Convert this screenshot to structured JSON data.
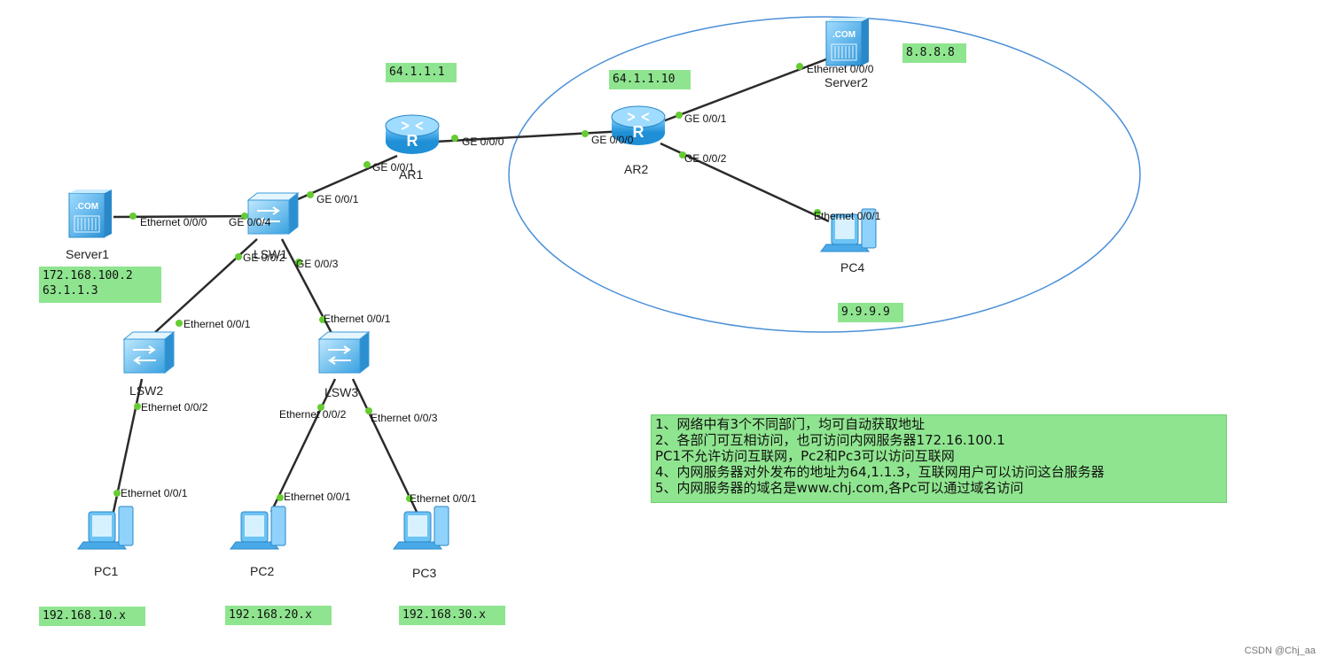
{
  "colors": {
    "note_bg": "#8fe58f",
    "link": "#2b2b2b",
    "port_dot": "#66cc33",
    "ellipse": "#4a90d9",
    "device": "#3da9e8"
  },
  "devices": {
    "ar1": "AR1",
    "ar2": "AR2",
    "lsw1": "LSW1",
    "lsw2": "LSW2",
    "lsw3": "LSW3",
    "server1": "Server1",
    "server2": "Server2",
    "pc1": "PC1",
    "pc2": "PC2",
    "pc3": "PC3",
    "pc4": "PC4"
  },
  "ports": {
    "ar1_lsw1": "GE 0/0/1",
    "lsw1_ar1": "GE 0/0/1",
    "ar1_ar2": "GE 0/0/0",
    "ar2_ar1": "GE 0/0/0",
    "ar2_server2": "GE 0/0/1",
    "server2_port": "Ethernet 0/0/0",
    "ar2_pc4": "GE 0/0/2",
    "pc4_port": "Ethernet 0/0/1",
    "server1_port": "Ethernet 0/0/0",
    "lsw1_server1": "GE 0/0/4",
    "lsw1_lsw2": "GE 0/0/2",
    "lsw1_lsw3": "GE 0/0/3",
    "lsw2_up": "Ethernet 0/0/1",
    "lsw3_up": "Ethernet 0/0/1",
    "lsw2_pc1": "Ethernet 0/0/2",
    "pc1_port": "Ethernet 0/0/1",
    "lsw3_pc2": "Ethernet 0/0/2",
    "lsw3_pc3": "Ethernet 0/0/3",
    "pc2_port": "Ethernet 0/0/1",
    "pc3_port": "Ethernet 0/0/1"
  },
  "notes": {
    "ar1_ip": "64.1.1.1",
    "ar2_ip": "64.1.1.10",
    "server2_ip": "8.8.8.8",
    "pc4_ip": "9.9.9.9",
    "server1_ip": "172.168.100.2\n63.1.1.3",
    "pc1_net": "192.168.10.x",
    "pc2_net": "192.168.20.x",
    "pc3_net": "192.168.30.x"
  },
  "tasks": "1、网络中有3个不同部门，均可自动获取地址\n2、各部门可互相访问，也可访问内网服务器172.16.100.1\nPC1不允许访问互联网，Pc2和Pc3可以访问互联网\n4、内网服务器对外发布的地址为64,1.1.3，互联网用户可以访问这台服务器\n5、内网服务器的域名是www.chj.com,各Pc可以通过域名访问",
  "watermark": "CSDN @Chj_aa"
}
